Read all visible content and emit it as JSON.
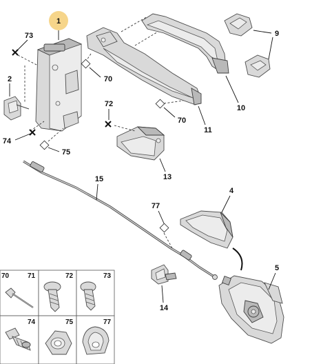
{
  "callouts": {
    "c1": "1",
    "c2": "2",
    "c4": "4",
    "c5": "5",
    "c9": "9",
    "c10": "10",
    "c11": "11",
    "c13": "13",
    "c14": "14",
    "c15": "15",
    "c70a": "70",
    "c70b": "70",
    "c72": "72",
    "c73": "73",
    "c74": "74",
    "c75": "75",
    "c77": "77"
  },
  "fastener_table": {
    "cells": [
      {
        "label": "70",
        "label2": "71"
      },
      {
        "label": "72"
      },
      {
        "label": "73"
      },
      {
        "label": "74"
      },
      {
        "label": "75"
      },
      {
        "label": "77"
      }
    ]
  },
  "colors": {
    "highlight_circle": "#f6d58a",
    "part_fill": "#d9d9d9",
    "outline": "#4a4a4a"
  }
}
